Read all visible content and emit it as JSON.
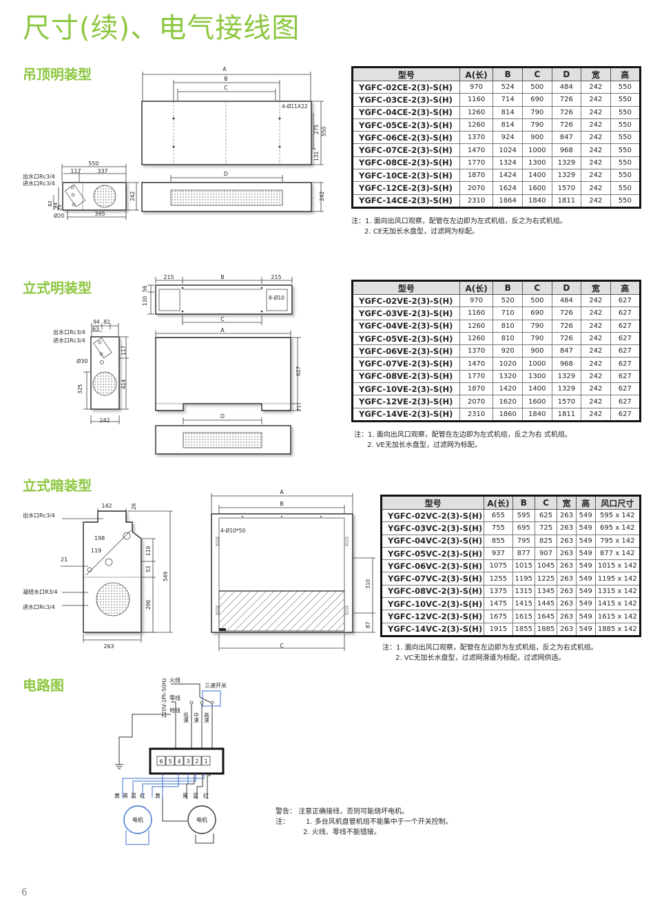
{
  "page_title": "尺寸(续)、电气接线图",
  "page_number": "6",
  "sections": {
    "ceiling_exposed": "吊顶明装型",
    "floor_exposed": "立式明装型",
    "floor_concealed": "立式暗装型",
    "circuit": "电路图"
  },
  "table_ce": {
    "headers": [
      "型号",
      "A(长)",
      "B",
      "C",
      "D",
      "宽",
      "高"
    ],
    "rows": [
      [
        "YGFC-02CE-2(3)-S(H)",
        "970",
        "524",
        "500",
        "484",
        "242",
        "550"
      ],
      [
        "YGFC-03CE-2(3)-S(H)",
        "1160",
        "714",
        "690",
        "726",
        "242",
        "550"
      ],
      [
        "YGFC-04CE-2(3)-S(H)",
        "1260",
        "814",
        "790",
        "726",
        "242",
        "550"
      ],
      [
        "YGFC-05CE-2(3)-S(H)",
        "1260",
        "814",
        "790",
        "726",
        "242",
        "550"
      ],
      [
        "YGFC-06CE-2(3)-S(H)",
        "1370",
        "924",
        "900",
        "847",
        "242",
        "550"
      ],
      [
        "YGFC-07CE-2(3)-S(H)",
        "1470",
        "1024",
        "1000",
        "968",
        "242",
        "550"
      ],
      [
        "YGFC-08CE-2(3)-S(H)",
        "1770",
        "1324",
        "1300",
        "1329",
        "242",
        "550"
      ],
      [
        "YGFC-10CE-2(3)-S(H)",
        "1870",
        "1424",
        "1400",
        "1329",
        "242",
        "550"
      ],
      [
        "YGFC-12CE-2(3)-S(H)",
        "2070",
        "1624",
        "1600",
        "1570",
        "242",
        "550"
      ],
      [
        "YGFC-14CE-2(3)-S(H)",
        "2310",
        "1864",
        "1840",
        "1811",
        "242",
        "550"
      ]
    ],
    "notes": [
      "注：1. 面向出风口观察，配管在左边即为左式机组，反之为右式机组。",
      "2. CE无加长水盘型，过滤网为标配。"
    ]
  },
  "table_ve": {
    "headers": [
      "型号",
      "A(长)",
      "B",
      "C",
      "D",
      "宽",
      "高"
    ],
    "rows": [
      [
        "YGFC-02VE-2(3)-S(H)",
        "970",
        "520",
        "500",
        "484",
        "242",
        "627"
      ],
      [
        "YGFC-03VE-2(3)-S(H)",
        "1160",
        "710",
        "690",
        "726",
        "242",
        "627"
      ],
      [
        "YGFC-04VE-2(3)-S(H)",
        "1260",
        "810",
        "790",
        "726",
        "242",
        "627"
      ],
      [
        "YGFC-05VE-2(3)-S(H)",
        "1260",
        "810",
        "790",
        "726",
        "242",
        "627"
      ],
      [
        "YGFC-06VE-2(3)-S(H)",
        "1370",
        "920",
        "900",
        "847",
        "242",
        "627"
      ],
      [
        "YGFC-07VE-2(3)-S(H)",
        "1470",
        "1020",
        "1000",
        "968",
        "242",
        "627"
      ],
      [
        "YGFC-08VE-2(3)-S(H)",
        "1770",
        "1320",
        "1300",
        "1329",
        "242",
        "627"
      ],
      [
        "YGFC-10VE-2(3)-S(H)",
        "1870",
        "1420",
        "1400",
        "1329",
        "242",
        "627"
      ],
      [
        "YGFC-12VE-2(3)-S(H)",
        "2070",
        "1620",
        "1600",
        "1570",
        "242",
        "627"
      ],
      [
        "YGFC-14VE-2(3)-S(H)",
        "2310",
        "1860",
        "1840",
        "1811",
        "242",
        "627"
      ]
    ],
    "notes": [
      "注：1. 面向出风口观察，配管在左边即为左式机组，反之为右 式机组。",
      "2. VE无加长水盘型，过滤网为标配。"
    ]
  },
  "table_vc": {
    "headers": [
      "型号",
      "A(长)",
      "B",
      "C",
      "宽",
      "高",
      "风口尺寸"
    ],
    "rows": [
      [
        "YGFC-02VC-2(3)-S(H)",
        "655",
        "595",
        "625",
        "263",
        "549",
        "595 x 142"
      ],
      [
        "YGFC-03VC-2(3)-S(H)",
        "755",
        "695",
        "725",
        "263",
        "549",
        "695 x 142"
      ],
      [
        "YGFC-04VC-2(3)-S(H)",
        "855",
        "795",
        "825",
        "263",
        "549",
        "795 x 142"
      ],
      [
        "YGFC-05VC-2(3)-S(H)",
        "937",
        "877",
        "907",
        "263",
        "549",
        "877 x 142"
      ],
      [
        "YGFC-06VC-2(3)-S(H)",
        "1075",
        "1015",
        "1045",
        "263",
        "549",
        "1015 x 142"
      ],
      [
        "YGFC-07VC-2(3)-S(H)",
        "1255",
        "1195",
        "1225",
        "263",
        "549",
        "1195 x 142"
      ],
      [
        "YGFC-08VC-2(3)-S(H)",
        "1375",
        "1315",
        "1345",
        "263",
        "549",
        "1315 x 142"
      ],
      [
        "YGFC-10VC-2(3)-S(H)",
        "1475",
        "1415",
        "1445",
        "263",
        "549",
        "1415 x 142"
      ],
      [
        "YGFC-12VC-2(3)-S(H)",
        "1675",
        "1615",
        "1645",
        "263",
        "549",
        "1615 x 142"
      ],
      [
        "YGFC-14VC-2(3)-S(H)",
        "1915",
        "1855",
        "1885",
        "263",
        "549",
        "1885 x 142"
      ]
    ],
    "notes": [
      "注：1. 面向出风口观察，配管在左边即为左式机组，反之为右式机组。",
      "2. VC无加长水盘型，过滤网滑道为标配，过滤网供选。"
    ]
  },
  "drawing_ce": {
    "dims_front": [
      "A",
      "B",
      "C",
      "4-Ø11X22",
      "275",
      "550",
      "131",
      "D",
      "242"
    ],
    "dims_side": [
      "550",
      "337",
      "117",
      "出水口Rc3/4",
      "进水口Rc3/4",
      "82",
      "94",
      "23",
      "Ø20",
      "395",
      "242"
    ]
  },
  "drawing_ve": {
    "dims_top": [
      "215",
      "B",
      "215",
      "130",
      "56",
      "8-Ø10",
      "C"
    ],
    "dims_side": [
      "94",
      "82",
      "63",
      "出水口Rc3/4",
      "进水口Rc3/4",
      "117",
      "Ø30",
      "325",
      "414",
      "242"
    ],
    "dims_front": [
      "A",
      "627",
      "71",
      "D"
    ]
  },
  "drawing_vc": {
    "dims_side": [
      "142",
      "26",
      "出水口Rc3/4",
      "198",
      "119",
      "119",
      "53",
      "21",
      "549",
      "凝结水口R3/4",
      "进水口Rc3/4",
      "296",
      "263"
    ],
    "dims_front": [
      "A",
      "B",
      "4-Ø10*50",
      "310",
      "87",
      "C"
    ]
  },
  "circuit": {
    "power_label": "220V-1Ph-50Hz",
    "live": "火线",
    "neutral": "零线",
    "ground": "地线",
    "switch": "三速开关",
    "speeds": [
      "低速",
      "中速",
      "高速"
    ],
    "terminals": [
      "6",
      "5",
      "4",
      "3",
      "2",
      "1"
    ],
    "motor1_wires": [
      "黄",
      "黑",
      "蓝",
      "红",
      "黄"
    ],
    "motor2_wires": [
      "黑",
      "蓝",
      "红"
    ],
    "motor_label": "电机",
    "warning": "警告：  注意正确接线，否则可能烧坏电机。",
    "notes_head": "注：",
    "notes": [
      "1. 多台风机盘管机组不能集中于一个开关控制。",
      "2. 火线、零线不能错接。"
    ]
  }
}
